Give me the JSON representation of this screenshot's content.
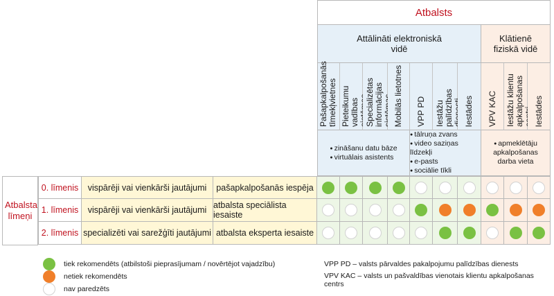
{
  "header": {
    "support": "Atbalsts",
    "remote": "Attālināti elektroniskā vidē",
    "physical": "Klātienē fiziskā vidē"
  },
  "columns": [
    "Pašapkalpošanās tīmekļvietnes",
    "Pieteikumu vadības sistēmas",
    "Specializētas informācijas sistēmas",
    "Mobilās lietotnes",
    "VPP PD",
    "Iestāžu palīdzības dienesti",
    "Iestādes",
    "VPV KAC",
    "Iestāžu klientu apkalpošanas centri",
    "Iestādes"
  ],
  "info": {
    "group1": [
      "zināšanu datu bāze",
      "virtuālais asistents"
    ],
    "group2": [
      "tālruņa zvans",
      "video saziņas līdzekļi",
      "e-pasts",
      "sociālie tīkli"
    ],
    "group3": [
      "apmeklētāju apkalpošanas darba vieta"
    ]
  },
  "side_label": "Atbalsta līmeņi",
  "rows": [
    {
      "level": "0. līmenis",
      "type": "vispārēji vai vienkārši jautājumi",
      "kind": "pašapkalpošanās iespēja",
      "dots": [
        "green",
        "green",
        "green",
        "green",
        "none",
        "none",
        "none",
        "none",
        "none",
        "none"
      ]
    },
    {
      "level": "1. līmenis",
      "type": "vispārēji vai vienkārši jautājumi",
      "kind": "atbalsta speciālista iesaiste",
      "dots": [
        "none",
        "none",
        "none",
        "none",
        "green",
        "orange",
        "orange",
        "green",
        "orange",
        "orange"
      ]
    },
    {
      "level": "2. līmenis",
      "type": "specializēti vai sarežģīti jautājumi",
      "kind": "atbalsta eksperta iesaiste",
      "dots": [
        "none",
        "none",
        "none",
        "none",
        "none",
        "green",
        "green",
        "none",
        "green",
        "green"
      ]
    }
  ],
  "legend": {
    "recommended": "tiek rekomendēts  (atbilstoši pieprasījumam / novērtējot vajadzību)",
    "not_recommended": "netiek rekomendēts",
    "not_planned": "nav paredzēts"
  },
  "abbreviations": {
    "vpp_pd": "VPP PD – valsts pārvaldes pakalpojumu palīdzības dienests",
    "vpv_kac": "VPV KAC – valsts un pašvaldības vienotais klientu apkalpošanas centrs"
  },
  "colors": {
    "green": "#7ac143",
    "orange": "#f07f2a",
    "accent_red": "#c0121f"
  }
}
